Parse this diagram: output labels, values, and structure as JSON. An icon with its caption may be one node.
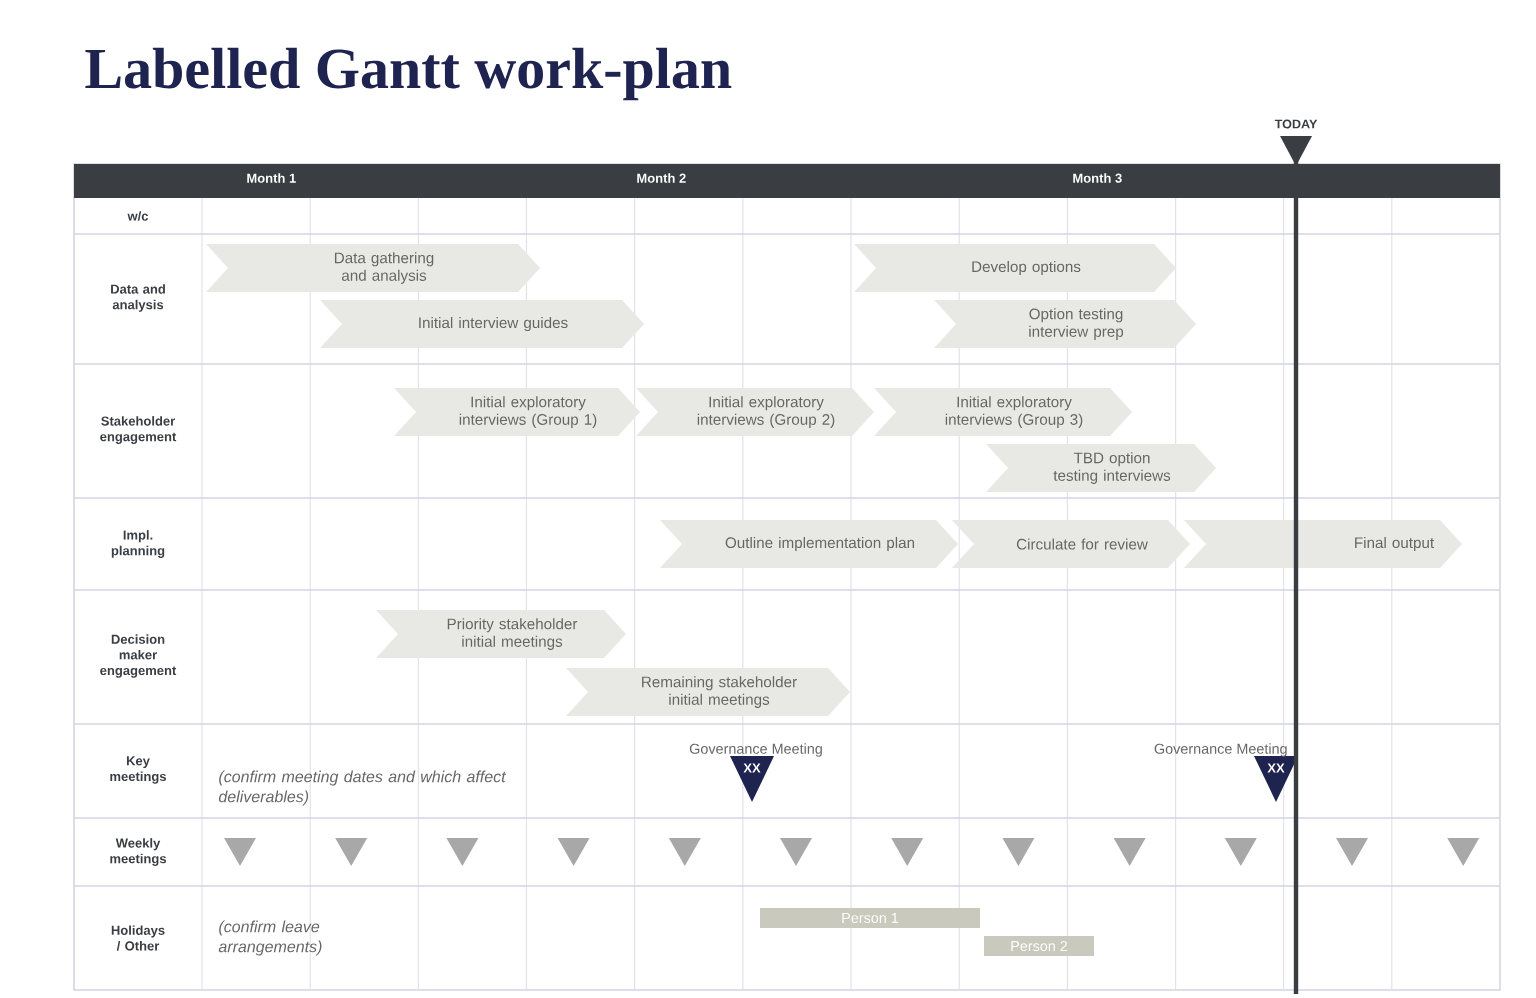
{
  "diagram": {
    "title": "Labelled Gantt work-plan",
    "nodes": [
      {
        "text": [
          "Data gathering and analysis"
        ]
      },
      {
        "text": [
          "Initial interview guides"
        ]
      },
      {
        "text": [
          "Develop options"
        ]
      },
      {
        "text": [
          "Option testing interview prep"
        ]
      },
      {
        "text": [
          "Initial exploratory interviews (Group 1)"
        ]
      },
      {
        "text": [
          "Initial exploratory interviews (Group 2)"
        ]
      },
      {
        "text": [
          "Initial exploratory interviews (Group 3)"
        ]
      },
      {
        "text": [
          "TBD option testing interviews"
        ]
      },
      {
        "text": [
          "Outline implementation plan"
        ]
      },
      {
        "text": [
          "Circulate for review"
        ]
      },
      {
        "text": [
          "Final output"
        ]
      },
      {
        "text": [
          "Priority stakeholder initial meetings"
        ]
      },
      {
        "text": [
          "Remaining stakeholder initial meetings"
        ]
      },
      {
        "text": [
          "XX"
        ],
        "beside": [
          "Governance Meeting"
        ]
      },
      {
        "text": [
          "XX"
        ],
        "beside": [
          "Governance Meeting"
        ]
      },
      {
        "text": [
          "Person 1"
        ]
      },
      {
        "text": [
          "Person 2"
        ]
      }
    ],
    "labels": [
      "TODAY",
      "Month 1",
      "Month 2",
      "Month 3",
      "w/c",
      "Data and analysis",
      "Stakeholder engagement",
      "Impl. planning",
      "Decision maker engagement",
      "Key meetings",
      "(confirm meeting dates and which affect deliverables)",
      "Weekly meetings",
      "Holidays / Other",
      "(confirm leave arrangements)"
    ]
  }
}
